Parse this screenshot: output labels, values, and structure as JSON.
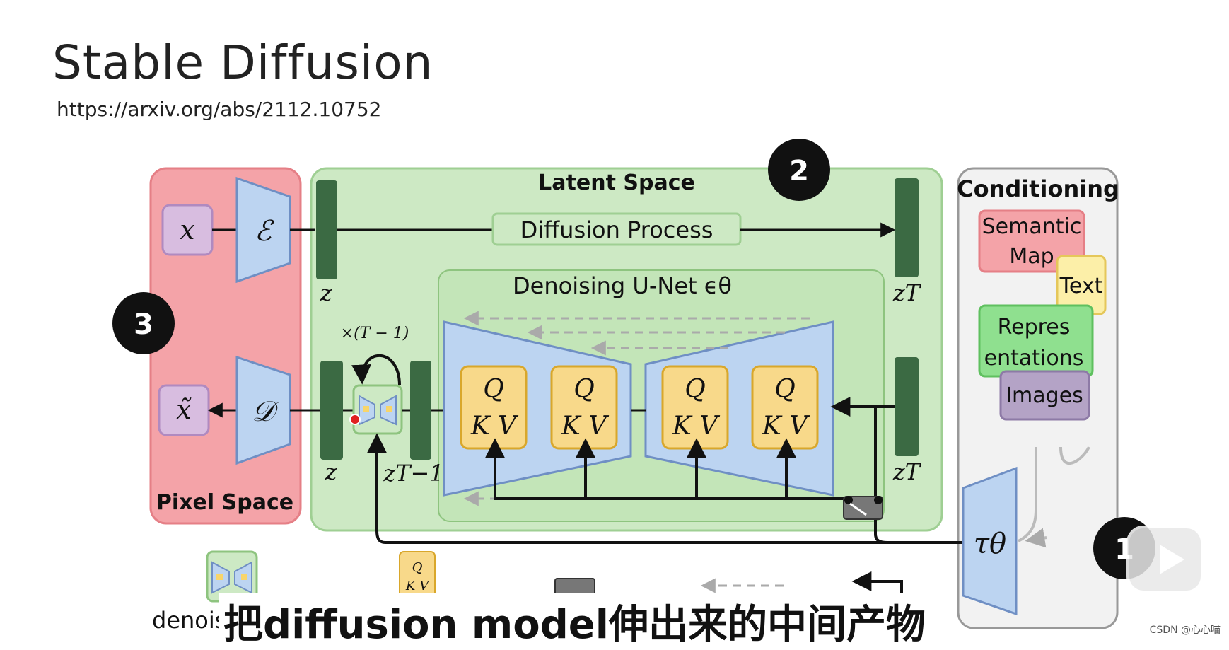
{
  "title": "Stable Diffusion",
  "link": "https://arxiv.org/abs/2112.10752",
  "diagram": {
    "latent_space": "Latent Space",
    "pixel_space": "Pixel Space",
    "conditioning": "Conditioning",
    "diffusion_process": "Diffusion Process",
    "unet": "Denoising U-Net ϵθ",
    "x": "x",
    "x_tilde": "x̃",
    "encoder": "ℰ",
    "decoder": "𝒟",
    "z_top": "z",
    "z_bottom": "z",
    "zT_top": "zT",
    "zT_bottom": "zT",
    "zT1": "zT−1",
    "repeat": "×(T − 1)",
    "qkv_q": "Q",
    "qkv_kv": "K V",
    "tau": "τθ",
    "semantic_map": [
      "Semantic",
      "Map"
    ],
    "text": "Text",
    "representations": [
      "Repres",
      "entations"
    ],
    "images": "Images",
    "legend_denoising": "denois",
    "badges": [
      "2",
      "3",
      "1"
    ]
  },
  "subtitle": "把diffusion model伸出来的中间产物",
  "watermark": "CSDN @心心喵"
}
